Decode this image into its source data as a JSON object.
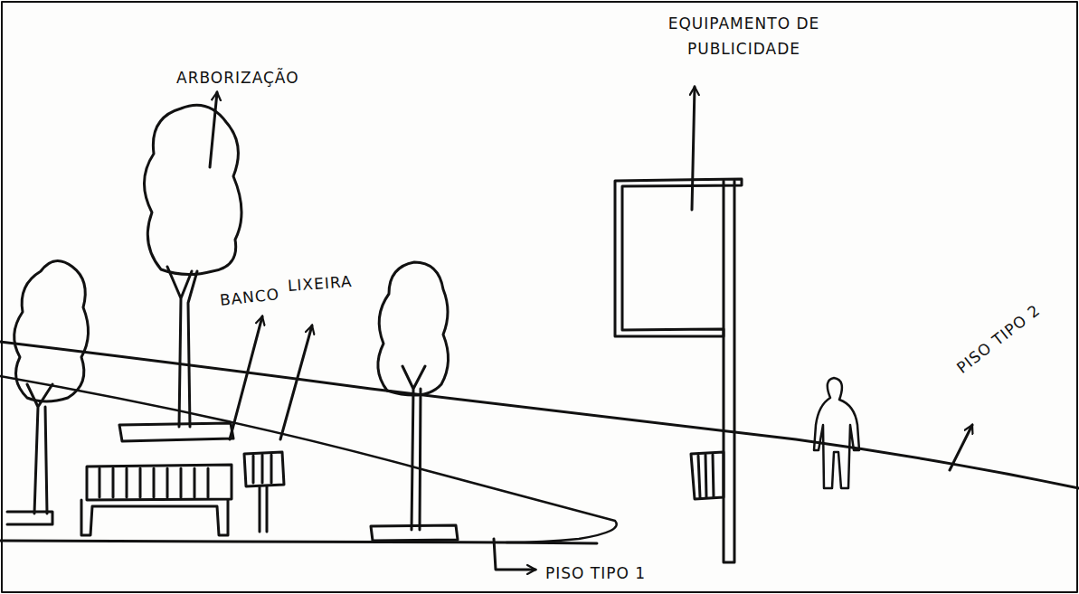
{
  "diagram": {
    "labels": [
      "ARBORIZAÇÃO",
      "EQUIPAMENTO DE PUBLICIDADE",
      "BANCO",
      "LIXEIRA",
      "PISO TIPO 2",
      "PISO TIPO 1"
    ]
  }
}
